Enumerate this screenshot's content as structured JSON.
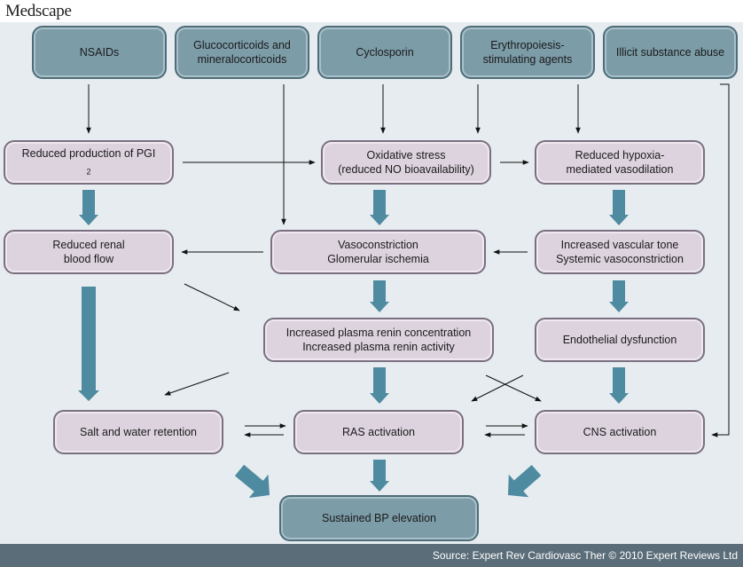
{
  "logo": "Medscape",
  "footer": "Source: Expert Rev Cardiovasc Ther © 2010 Expert Reviews Ltd",
  "nodes": {
    "nsaids": "NSAIDs",
    "gluco_1": "Glucocorticoids and",
    "gluco_2": "mineralocorticoids",
    "cyclo": "Cyclosporin",
    "epo_1": "Erythropoiesis-",
    "epo_2": "stimulating agents",
    "illicit": "Illicit substance abuse",
    "pgi_text": "Reduced production of PGI",
    "pgi_sub": "2",
    "ox_1": "Oxidative stress",
    "ox_2": "(reduced NO bioavailability)",
    "hyp_1": "Reduced hypoxia-",
    "hyp_2": "mediated vasodilation",
    "renal_1": "Reduced renal",
    "renal_2": "blood flow",
    "vaso_1": "Vasoconstriction",
    "vaso_2": "Glomerular ischemia",
    "tone_1": "Increased vascular tone",
    "tone_2": "Systemic vasoconstriction",
    "renin_1": "Increased plasma renin concentration",
    "renin_2": "Increased plasma renin activity",
    "endo": "Endothelial dysfunction",
    "salt": "Salt and water retention",
    "ras": "RAS activation",
    "cns": "CNS activation",
    "bp": "Sustained BP elevation"
  },
  "colors": {
    "drug_fill": "#7c9ca8",
    "pink_fill": "#ddd3df",
    "panel": "#e6ecf0",
    "block_arrow": "#4e8aa0",
    "footer_bg": "#5a6d79"
  }
}
